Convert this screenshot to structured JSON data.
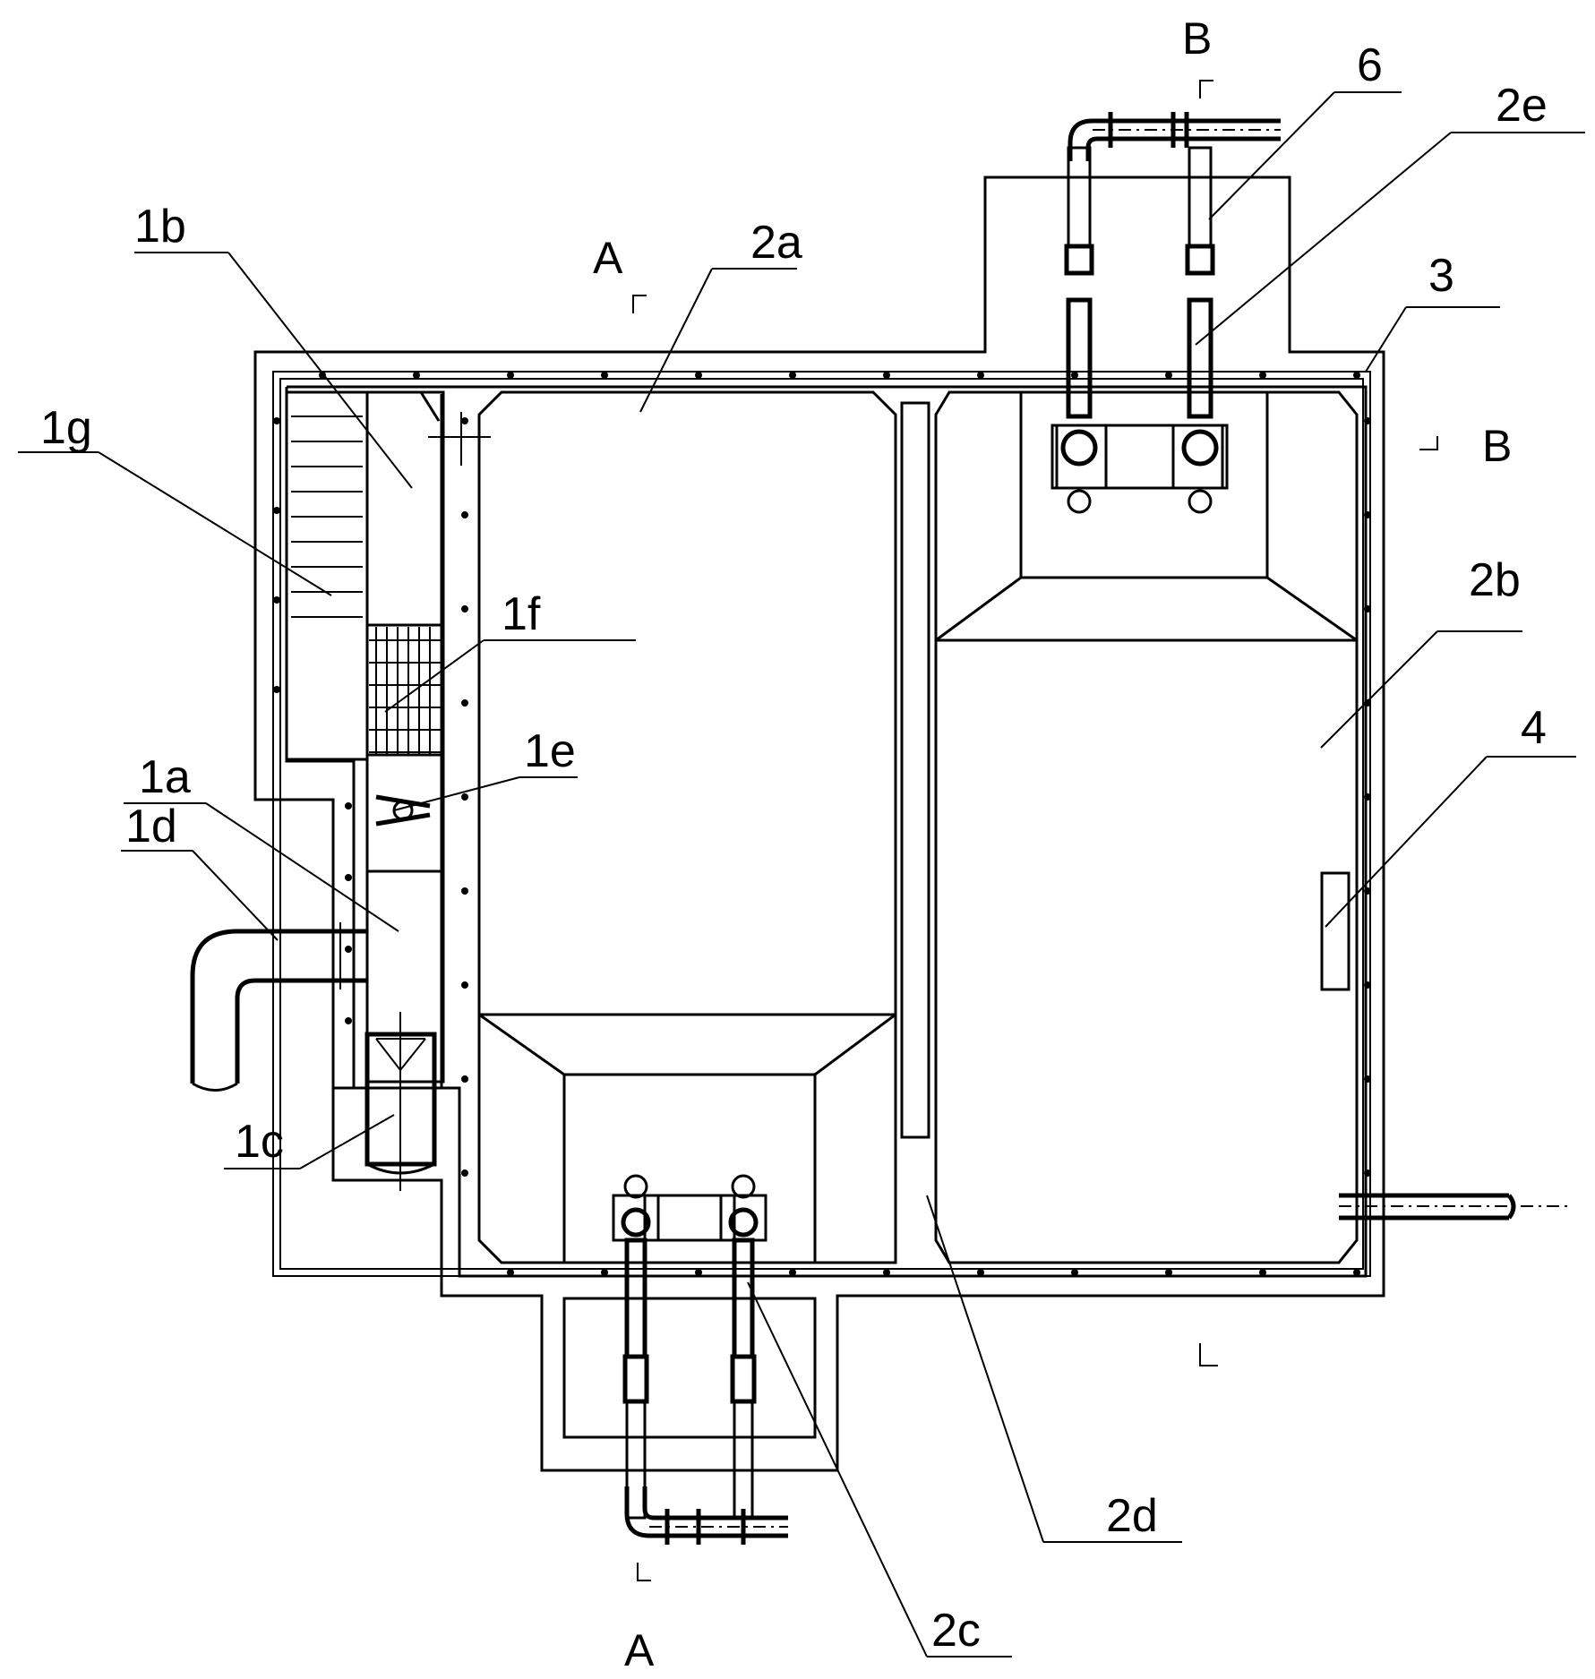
{
  "labels": {
    "l_1b": "1b",
    "l_1g": "1g",
    "l_1f": "1f",
    "l_1e": "1e",
    "l_1a": "1a",
    "l_1d": "1d",
    "l_1c": "1c",
    "l_2a": "2a",
    "l_2b": "2b",
    "l_2c": "2c",
    "l_2d": "2d",
    "l_2e": "2e",
    "l_3": "3",
    "l_4": "4",
    "l_6": "6"
  },
  "sections": {
    "a_top": "A",
    "a_bottom": "A",
    "b_top": "B",
    "b_right": "B"
  }
}
